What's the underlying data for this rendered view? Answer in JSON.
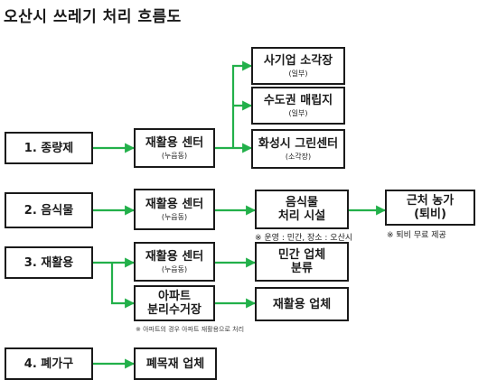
{
  "title": "오산시 쓰레기 처리 흐름도",
  "categories": {
    "c1": "1. 종량제",
    "c2": "2. 음식물",
    "c3": "3. 재활용",
    "c4": "4. 폐가구"
  },
  "row1": {
    "center": {
      "main": "재활용 센터",
      "sub": "(누읍동)"
    },
    "dest1": {
      "main": "사기업 소각장",
      "sub": "(일부)"
    },
    "dest2": {
      "main": "수도권 매립지",
      "sub": "(일부)"
    },
    "dest3": {
      "main": "화성시 그린센터",
      "sub": "(소각장)"
    }
  },
  "row2": {
    "center": {
      "main": "재활용 센터",
      "sub": "(누읍동)"
    },
    "facility_line1": "음식물",
    "facility_line2": "처리 시설",
    "facility_note": "※ 운영 : 민간, 장소 : 오산시",
    "farm_line1": "근처 농가",
    "farm_line2": "(퇴비)",
    "farm_note": "※ 퇴비 무료 제공"
  },
  "row3": {
    "center": {
      "main": "재활용 센터",
      "sub": "(누읍동)"
    },
    "apt_line1": "아파트",
    "apt_line2": "분리수거장",
    "apt_note": "※ 아파트의 경우 아파트 재활용으로 처리",
    "private_line1": "민간 업체",
    "private_line2": "분류",
    "recycle_company": "재활용 업체"
  },
  "row4": {
    "company": "폐목재 업체"
  },
  "colors": {
    "line": "#22b04a",
    "border": "#1a1a1a"
  }
}
